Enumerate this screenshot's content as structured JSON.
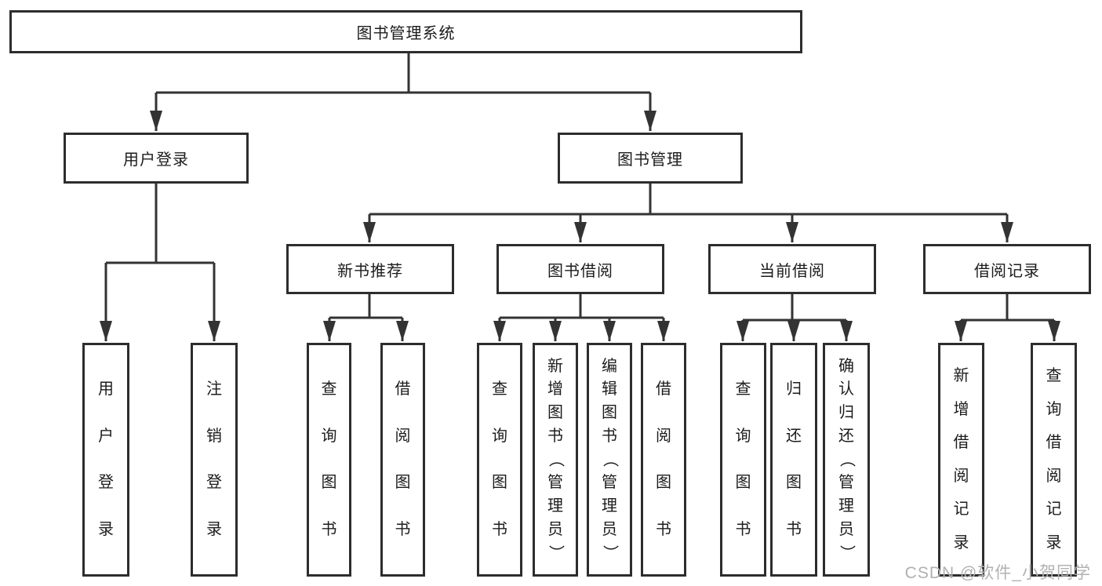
{
  "diagram_type": "hierarchy-tree",
  "root": {
    "label": "图书管理系统",
    "children": [
      {
        "label": "用户登录",
        "children": [
          {
            "label": "用户登录"
          },
          {
            "label": "注销登录"
          }
        ]
      },
      {
        "label": "图书管理",
        "children": [
          {
            "label": "新书推荐",
            "children": [
              {
                "label": "查询图书"
              },
              {
                "label": "借阅图书"
              }
            ]
          },
          {
            "label": "图书借阅",
            "children": [
              {
                "label": "查询图书"
              },
              {
                "label": "新增图书（管理员）"
              },
              {
                "label": "编辑图书（管理员）"
              },
              {
                "label": "借阅图书"
              }
            ]
          },
          {
            "label": "当前借阅",
            "children": [
              {
                "label": "查询图书"
              },
              {
                "label": "归还图书"
              },
              {
                "label": "确认归还（管理员）"
              }
            ]
          },
          {
            "label": "借阅记录",
            "children": [
              {
                "label": "新增借阅记录"
              },
              {
                "label": "查询借阅记录"
              }
            ]
          }
        ]
      }
    ]
  },
  "watermark": "CSDN @软件_小贺同学",
  "colors": {
    "line": "#333333",
    "border": "#2d2d2d",
    "text": "#1c1c1c",
    "box-fill": "#ffffff",
    "watermark": "#b3b0b0"
  }
}
